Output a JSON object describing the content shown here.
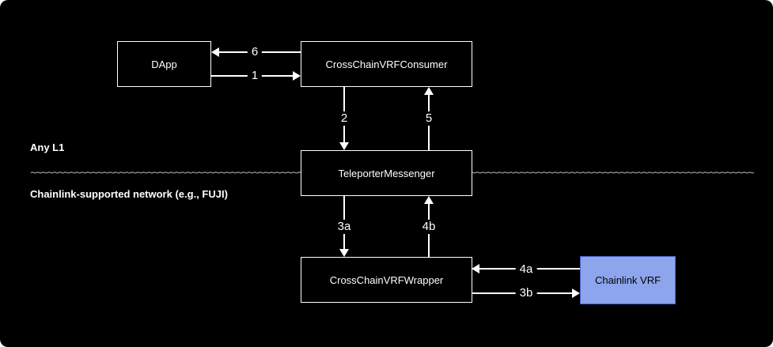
{
  "diagram": {
    "regions": {
      "top": "Any L1",
      "bottom": "Chainlink-supported network (e.g., FUJI)"
    },
    "nodes": {
      "dapp": {
        "label": "DApp"
      },
      "consumer": {
        "label": "CrossChainVRFConsumer"
      },
      "teleporter": {
        "label": "TeleporterMessenger"
      },
      "wrapper": {
        "label": "CrossChainVRFWrapper"
      },
      "chainlink_vrf": {
        "label": "Chainlink VRF",
        "fill": "#8da5ec",
        "border": "#4a67cf",
        "text_color": "#000000"
      }
    },
    "edges": [
      {
        "label": "6",
        "from": "CrossChainVRFConsumer",
        "to": "DApp"
      },
      {
        "label": "1",
        "from": "DApp",
        "to": "CrossChainVRFConsumer"
      },
      {
        "label": "2",
        "from": "CrossChainVRFConsumer",
        "to": "TeleporterMessenger"
      },
      {
        "label": "5",
        "from": "TeleporterMessenger",
        "to": "CrossChainVRFConsumer"
      },
      {
        "label": "3a",
        "from": "TeleporterMessenger",
        "to": "CrossChainVRFWrapper"
      },
      {
        "label": "4b",
        "from": "CrossChainVRFWrapper",
        "to": "TeleporterMessenger"
      },
      {
        "label": "4a",
        "from": "Chainlink VRF",
        "to": "CrossChainVRFWrapper"
      },
      {
        "label": "3b",
        "from": "CrossChainVRFWrapper",
        "to": "Chainlink VRF"
      }
    ],
    "colors": {
      "canvas_bg": "#000000",
      "stroke": "#ffffff",
      "divider": "#9a9a9a"
    },
    "divider_glyphs": "~~~~~~~~~~~~~~~~~~~~~~~~~~~~~~~~~~~~~~~~~~~~~~~~~~~~~~~~~~~~~~~~~~~~~~~~~~~~~~~~~~~~~~~~~~~~~~~~~~~~~~~~~~~~~~~~~~~~~~~~~~~~~~~~~~~~~~~~~~~~~~~~~~"
  }
}
